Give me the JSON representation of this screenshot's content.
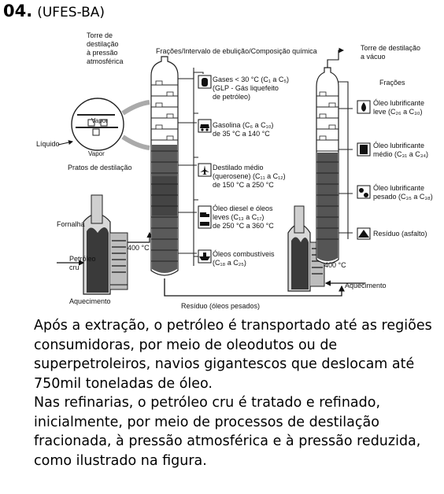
{
  "question": {
    "number": "04.",
    "source": "(UFES-BA)"
  },
  "figure": {
    "labels": {
      "tower_atm": [
        "Torre de",
        "destilação",
        "à pressão",
        "atmosférica"
      ],
      "fractions_header": "Frações/Intervalo de ebulição/Composição química",
      "tower_vac": [
        "Torre de destilação",
        "a vácuo"
      ],
      "fractions_right": "Frações",
      "vapor_top": "Vapor",
      "vapor_bottom": "Vapor",
      "liquido": "Líquido",
      "pratos": "Pratos de destilação",
      "fornalha": "Fornalha",
      "temp_left": "400 °C",
      "petroleo": [
        "Petróleo",
        "cru"
      ],
      "aquecimento_left": "Aquecimento",
      "residuo_pesados": "Resíduo (óleos pesados)",
      "temp_right": "400 °C",
      "aquecimento_right": "Aquecimento"
    },
    "fractions_atm": [
      {
        "icon": "gas-cylinder-icon",
        "lines": [
          "Gases < 30 °C (C₁ a C₅)",
          "(GLP - Gás liquefeito",
          "de petróleo)"
        ]
      },
      {
        "icon": "car-icon",
        "lines": [
          "Gasolina (C₆ a C₁₀)",
          "de 35 °C a 140 °C"
        ]
      },
      {
        "icon": "airplane-icon",
        "lines": [
          "Destilado médio",
          "(querosene) (C₁₁ a C₁₂)",
          "de 150 °C a 250 °C"
        ]
      },
      {
        "icon": "truck-icon",
        "lines": [
          "Óleo diesel e óleos",
          "leves (C₁₃ a C₁₇)",
          "de 250 °C a 360 °C"
        ]
      },
      {
        "icon": "ship-icon",
        "lines": [
          "Óleos combustíveis",
          "(C₁₈ a C₂₅)"
        ]
      }
    ],
    "fractions_vac": [
      {
        "icon": "oil-drop-icon",
        "lines": [
          "Óleo lubrificante",
          "leve (C₂₆ a C₃₀)"
        ]
      },
      {
        "icon": "barrel-icon",
        "lines": [
          "Óleo lubrificante",
          "médio (C₃₁ a C₃₄)"
        ]
      },
      {
        "icon": "gears-icon",
        "lines": [
          "Óleo lubrificante",
          "pesado (C₃₅ a C₃₈)"
        ]
      },
      {
        "icon": "road-icon",
        "lines": [
          "Resíduo (asfalto)"
        ]
      }
    ]
  },
  "paragraphs": [
    "Após a extração, o petróleo é transportado até as regiões consumidoras, por meio de oleodutos ou de superpetroleiros, navios gigantescos que deslocam até 750mil toneladas de óleo.",
    "Nas refinarias, o petróleo cru é tratado e refinado, inicialmente, por meio de processos de destilação fracionada, à pressão atmosférica e à pressão reduzida, como ilustrado na figura."
  ]
}
